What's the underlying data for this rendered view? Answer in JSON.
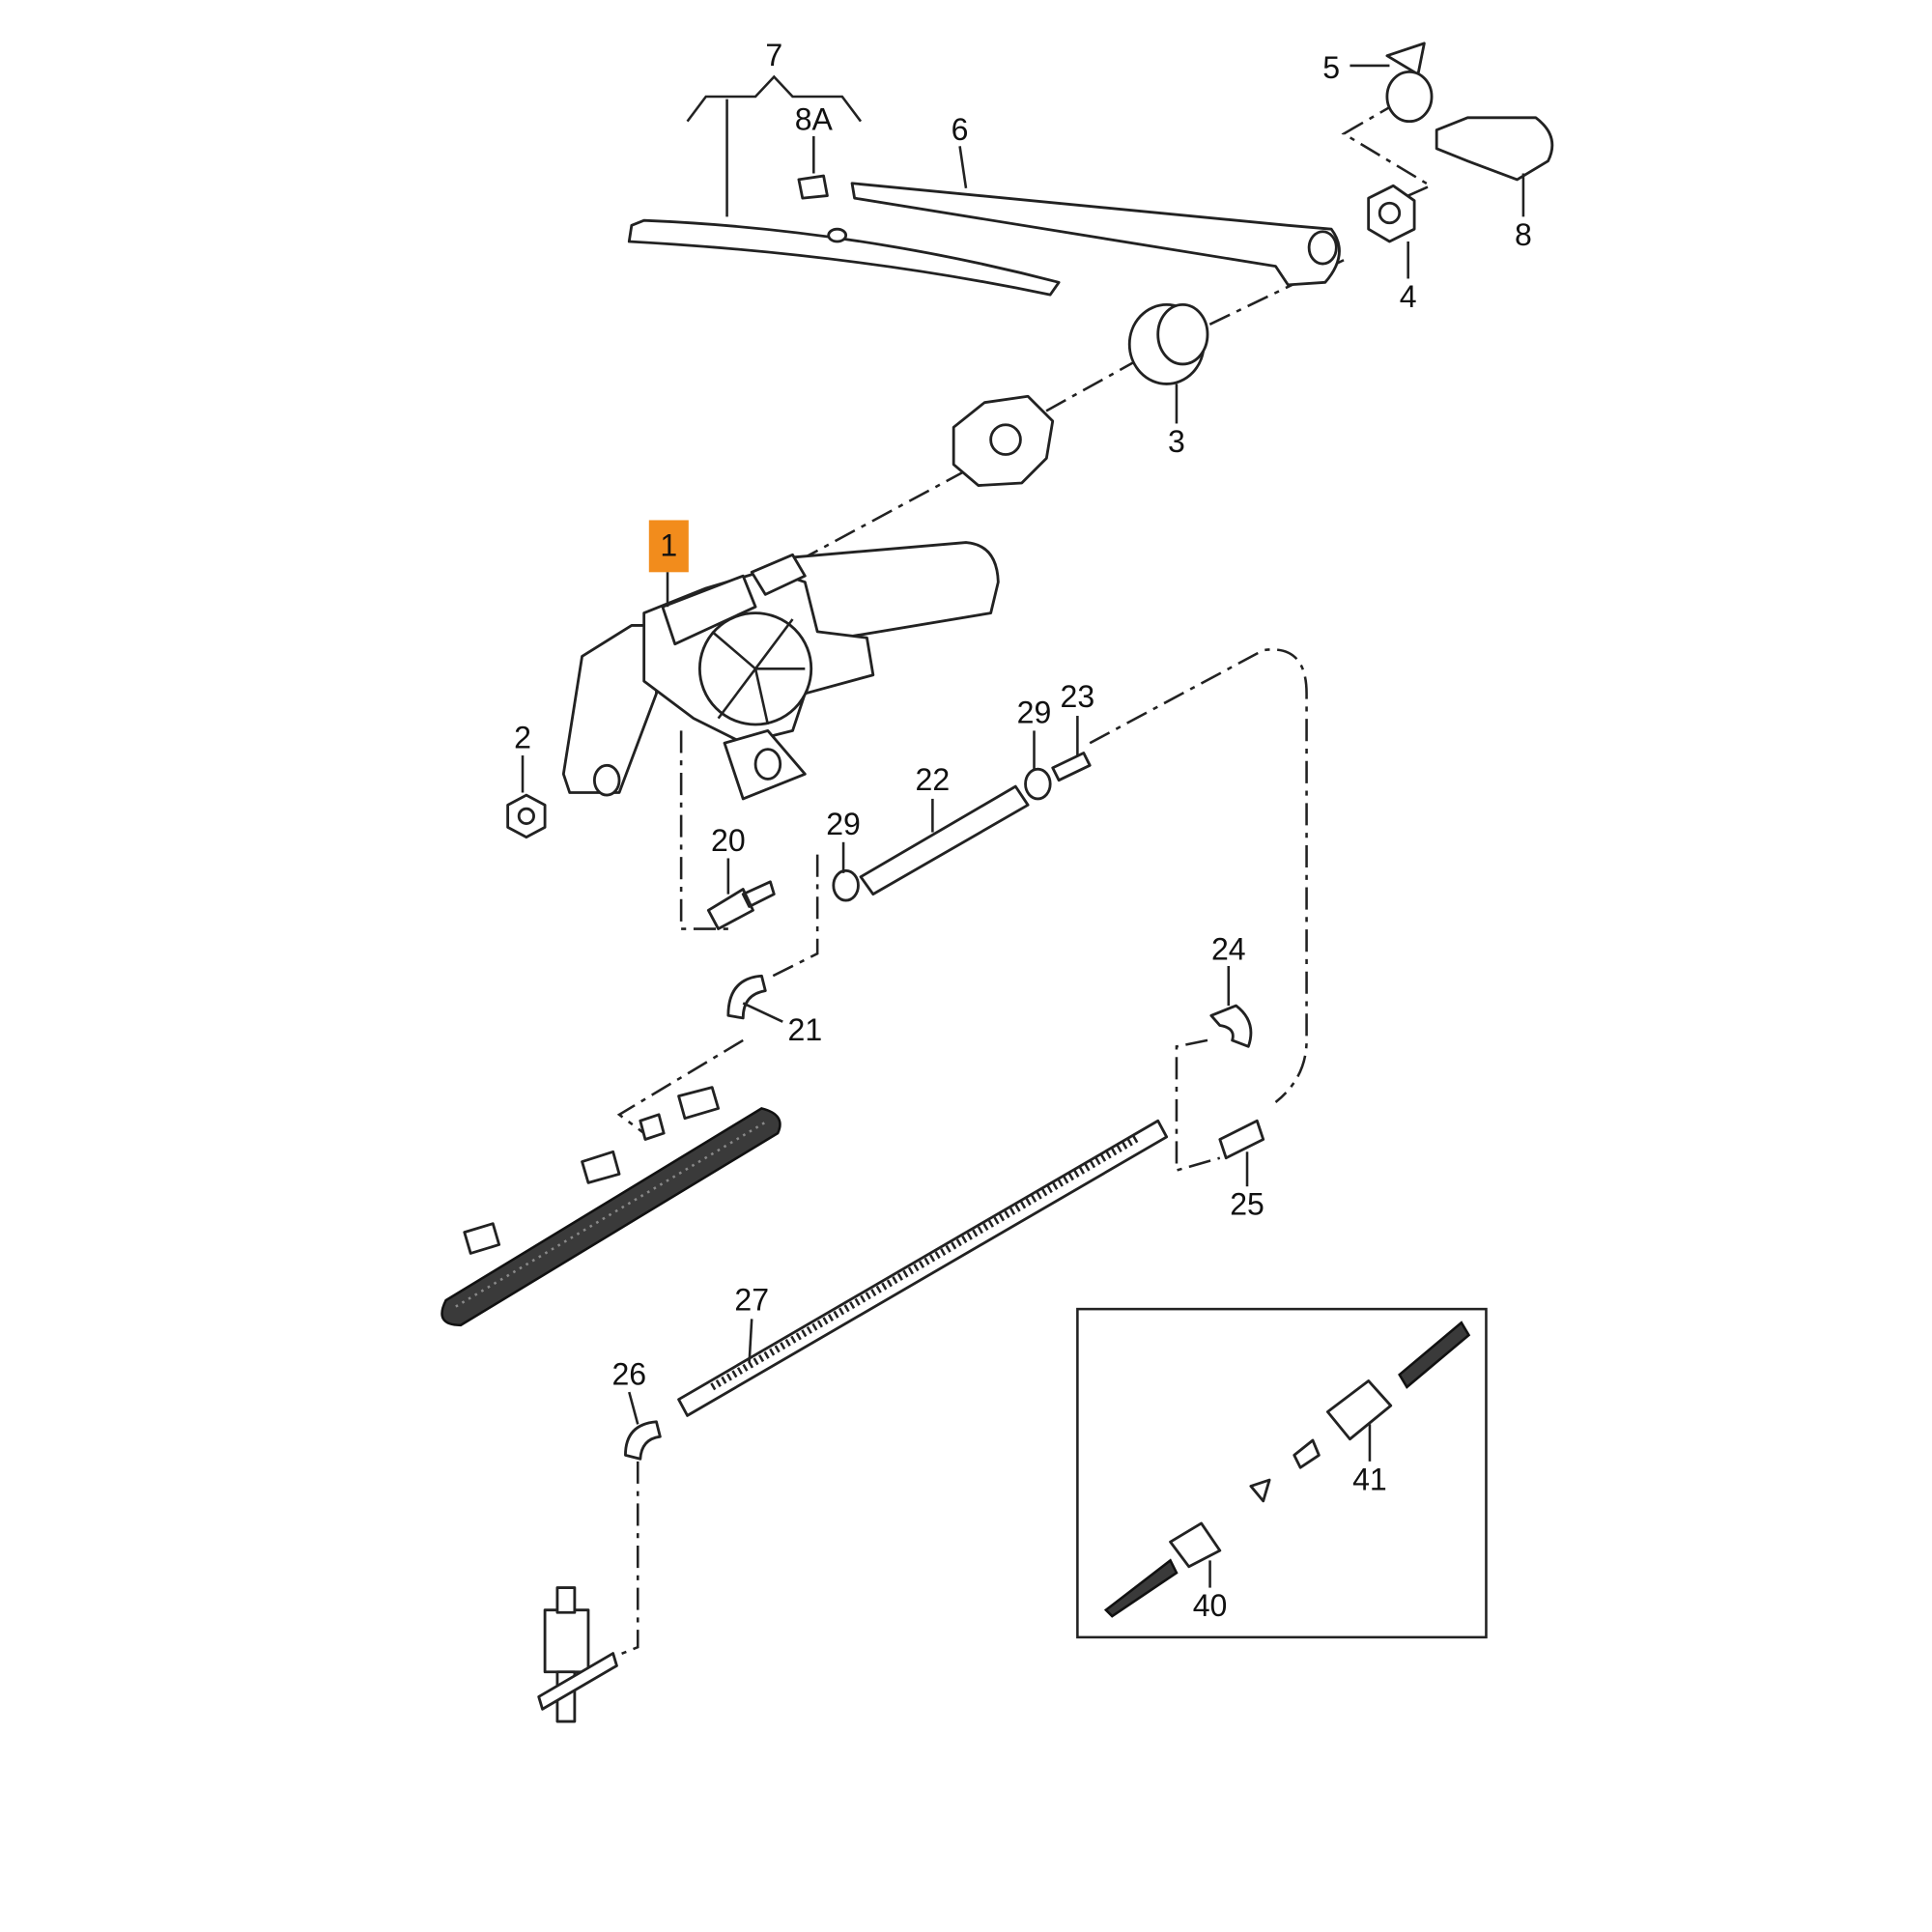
{
  "diagram": {
    "highlight_color": "#F28C1C",
    "labels": {
      "p1": "1",
      "p2": "2",
      "p3": "3",
      "p4": "4",
      "p5": "5",
      "p6": "6",
      "p7": "7",
      "p8": "8",
      "p8a": "8A",
      "p20": "20",
      "p21": "21",
      "p22": "22",
      "p23": "23",
      "p24": "24",
      "p25": "25",
      "p26": "26",
      "p27": "27",
      "p29a": "29",
      "p29b": "29",
      "p40": "40",
      "p41": "41"
    }
  }
}
